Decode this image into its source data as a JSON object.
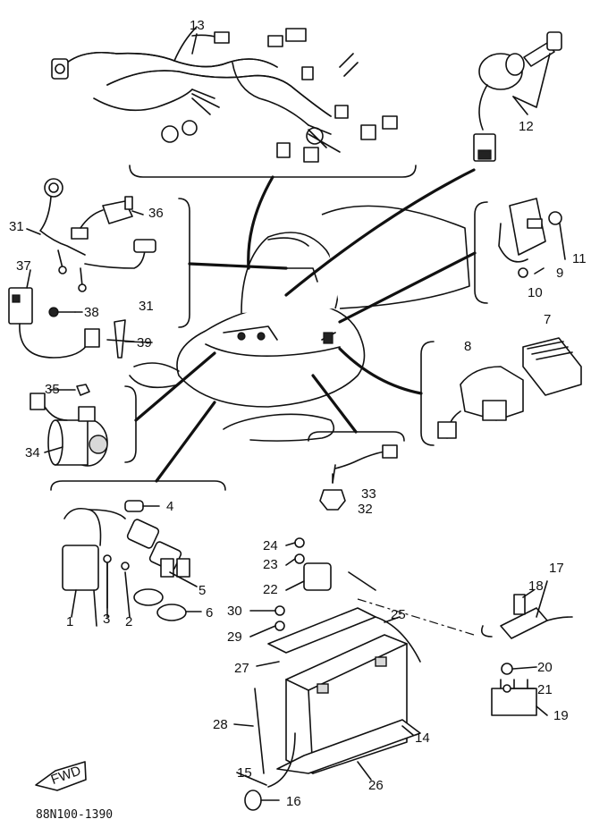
{
  "diagram_code": "88N100-1390",
  "fwd_label": "FWD",
  "callouts": {
    "c1": "1",
    "c2": "2",
    "c3": "3",
    "c4": "4",
    "c5": "5",
    "c6": "6",
    "c7": "7",
    "c8": "8",
    "c9": "9",
    "c10": "10",
    "c11": "11",
    "c12": "12",
    "c13": "13",
    "c14": "14",
    "c15": "15",
    "c16": "16",
    "c17": "17",
    "c18": "18",
    "c19": "19",
    "c20": "20",
    "c21": "21",
    "c22": "22",
    "c23": "23",
    "c24": "24",
    "c25": "25",
    "c26": "26",
    "c27": "27",
    "c28": "28",
    "c29": "29",
    "c30": "30",
    "c31a": "31",
    "c31b": "31",
    "c32": "32",
    "c33": "33",
    "c34": "34",
    "c35": "35",
    "c36": "36",
    "c37": "37",
    "c38": "38",
    "c39": "39"
  }
}
